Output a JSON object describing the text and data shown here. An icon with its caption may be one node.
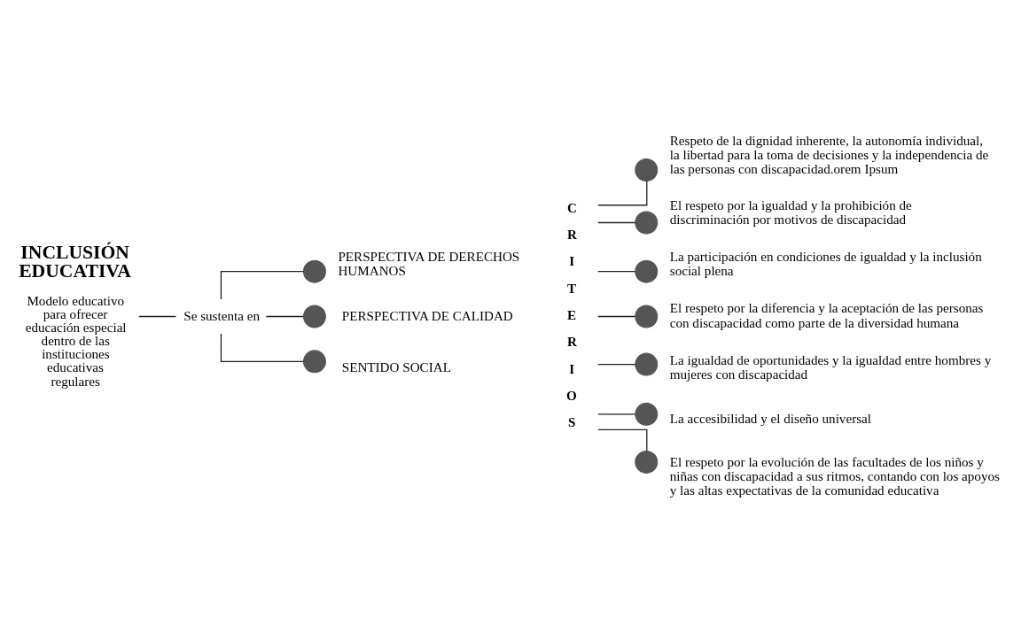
{
  "diagram": {
    "nodes": [
      {
        "text": [
          "INCLUSIÓN EDUCATIVA",
          "Modelo educativo para ofrecer educación especial dentro de las instituciones educativas regulares"
        ]
      },
      {
        "text": [
          "Se sustenta en"
        ]
      },
      {
        "text": [],
        "shape": "circle",
        "beside": [
          "PERSPECTIVA DE DERECHOS HUMANOS"
        ]
      },
      {
        "text": [],
        "shape": "circle",
        "beside": [
          "PERSPECTIVA DE CALIDAD"
        ]
      },
      {
        "text": [],
        "shape": "circle",
        "beside": [
          "SENTIDO SOCIAL"
        ]
      },
      {
        "text": [
          "C R I T E R I O S"
        ]
      },
      {
        "text": [],
        "shape": "circle",
        "beside": [
          "Respeto de la dignidad inherente, la autonomía individual, la libertad para la toma de decisiones y la independencia de las personas con discapacidad.orem Ipsum"
        ]
      },
      {
        "text": [],
        "shape": "circle",
        "beside": [
          "El respeto por la igualdad y la prohibición de discriminación por motivos de discapacidad"
        ]
      },
      {
        "text": [],
        "shape": "circle",
        "beside": [
          "La participación en condiciones de igualdad y la inclusión social plena"
        ]
      },
      {
        "text": [],
        "shape": "circle",
        "beside": [
          "El respeto por la diferencia y la aceptación de las personas con discapacidad como parte de la diversidad humana"
        ]
      },
      {
        "text": [],
        "shape": "circle",
        "beside": [
          "La igualdad de oportunidades y la igualdad entre hombres y mujeres con discapacidad"
        ]
      },
      {
        "text": [],
        "shape": "circle",
        "beside": [
          "La accesibilidad y el diseño universal"
        ]
      },
      {
        "text": [],
        "shape": "circle",
        "beside": [
          "El respeto por la evolución de las facultades de los niños y niñas con discapacidad a sus ritmos, contando con los apoyos y las altas expectativas de la comunidad educativa"
        ]
      }
    ],
    "edges": [
      {
        "from": 0,
        "to": 1,
        "arrow": "none"
      },
      {
        "from": 1,
        "to": 2,
        "arrow": "none"
      },
      {
        "from": 1,
        "to": 3,
        "arrow": "none"
      },
      {
        "from": 1,
        "to": 4,
        "arrow": "none"
      },
      {
        "from": 5,
        "to": 6,
        "arrow": "none"
      },
      {
        "from": 5,
        "to": 7,
        "arrow": "none"
      },
      {
        "from": 5,
        "to": 8,
        "arrow": "none"
      },
      {
        "from": 5,
        "to": 9,
        "arrow": "none"
      },
      {
        "from": 5,
        "to": 10,
        "arrow": "none"
      },
      {
        "from": 5,
        "to": 11,
        "arrow": "none"
      },
      {
        "from": 5,
        "to": 12,
        "arrow": "none"
      }
    ]
  }
}
